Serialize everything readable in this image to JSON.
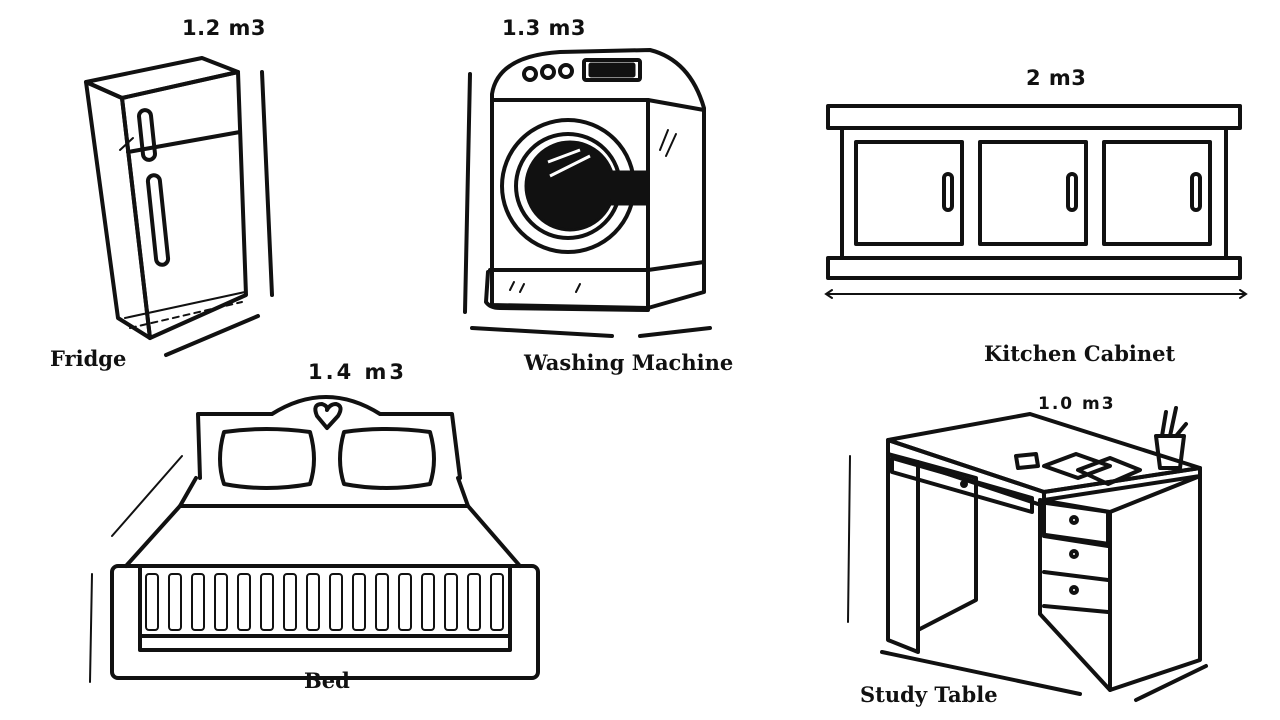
{
  "items": [
    {
      "id": "fridge",
      "name": "Fridge",
      "volume": "1.2 m3"
    },
    {
      "id": "washing-machine",
      "name": "Washing Machine",
      "volume": "1.3 m3"
    },
    {
      "id": "kitchen-cabinet",
      "name": "Kitchen Cabinet",
      "volume": "2 m3"
    },
    {
      "id": "bed",
      "name": "Bed",
      "volume": "1.4 m3"
    },
    {
      "id": "study-table",
      "name": "Study Table",
      "volume": "1.0 m3"
    }
  ]
}
